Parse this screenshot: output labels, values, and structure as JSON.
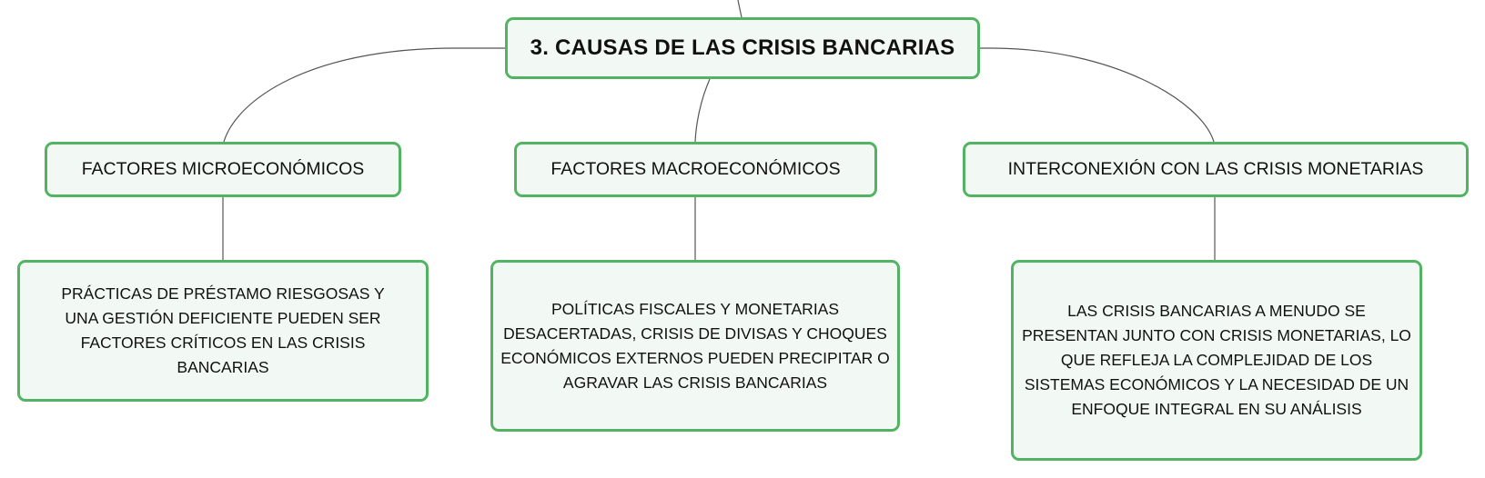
{
  "diagram": {
    "root": {
      "label": "3. CAUSAS DE LAS CRISIS BANCARIAS"
    },
    "branches": [
      {
        "label": "FACTORES MICROECONÓMICOS",
        "detail": "PRÁCTICAS DE PRÉSTAMO RIESGOSAS Y UNA GESTIÓN DEFICIENTE PUEDEN SER FACTORES CRÍTICOS EN LAS CRISIS BANCARIAS"
      },
      {
        "label": "FACTORES MACROECONÓMICOS",
        "detail": "POLÍTICAS FISCALES Y MONETARIAS DESACERTADAS, CRISIS DE DIVISAS Y CHOQUES ECONÓMICOS EXTERNOS PUEDEN PRECIPITAR O AGRAVAR LAS CRISIS BANCARIAS"
      },
      {
        "label": "INTERCONEXIÓN CON LAS CRISIS MONETARIAS",
        "detail": "LAS CRISIS BANCARIAS A MENUDO SE PRESENTAN JUNTO CON CRISIS MONETARIAS, LO QUE REFLEJA LA COMPLEJIDAD DE LOS SISTEMAS ECONÓMICOS Y LA NECESIDAD DE UN ENFOQUE INTEGRAL EN SU ANÁLISIS"
      }
    ],
    "colors": {
      "node_border": "#52b462",
      "node_fill": "#f2f9f4",
      "connector": "#555555",
      "text": "#111111"
    }
  }
}
